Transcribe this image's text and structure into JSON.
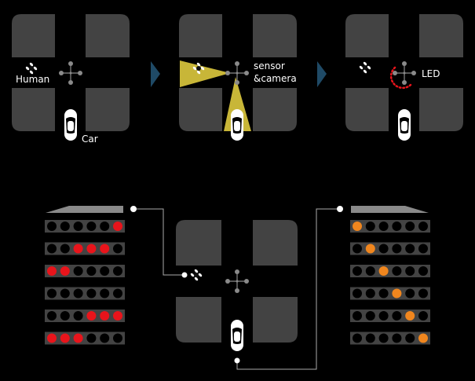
{
  "labels": {
    "human": "Human",
    "car": "Car",
    "sensor_line1": "sensor",
    "sensor_line2": "&camera",
    "led": "LED"
  },
  "colors": {
    "block": "#434343",
    "sensor_cone": "#c8b638",
    "step_arrow": "#1f4a66",
    "led_red": "#e8141b",
    "led_orange": "#f0861e",
    "led_off": "#000000",
    "strip": "#434343",
    "direction_arrow": "#8a8a8a"
  },
  "led_strips": {
    "left_direction": "left",
    "right_direction": "right",
    "left_pattern_red": [
      [
        0,
        0,
        0,
        0,
        0,
        1
      ],
      [
        0,
        0,
        1,
        1,
        1,
        0
      ],
      [
        1,
        1,
        0,
        0,
        0,
        0
      ],
      [
        0,
        0,
        0,
        0,
        0,
        0
      ],
      [
        0,
        0,
        0,
        1,
        1,
        1
      ],
      [
        1,
        1,
        1,
        0,
        0,
        0
      ]
    ],
    "right_pattern_orange": [
      [
        1,
        0,
        0,
        0,
        0,
        0
      ],
      [
        0,
        1,
        0,
        0,
        0,
        0
      ],
      [
        0,
        0,
        1,
        0,
        0,
        0
      ],
      [
        0,
        0,
        0,
        1,
        0,
        0
      ],
      [
        0,
        0,
        0,
        0,
        1,
        0
      ],
      [
        0,
        0,
        0,
        0,
        0,
        1
      ]
    ]
  }
}
